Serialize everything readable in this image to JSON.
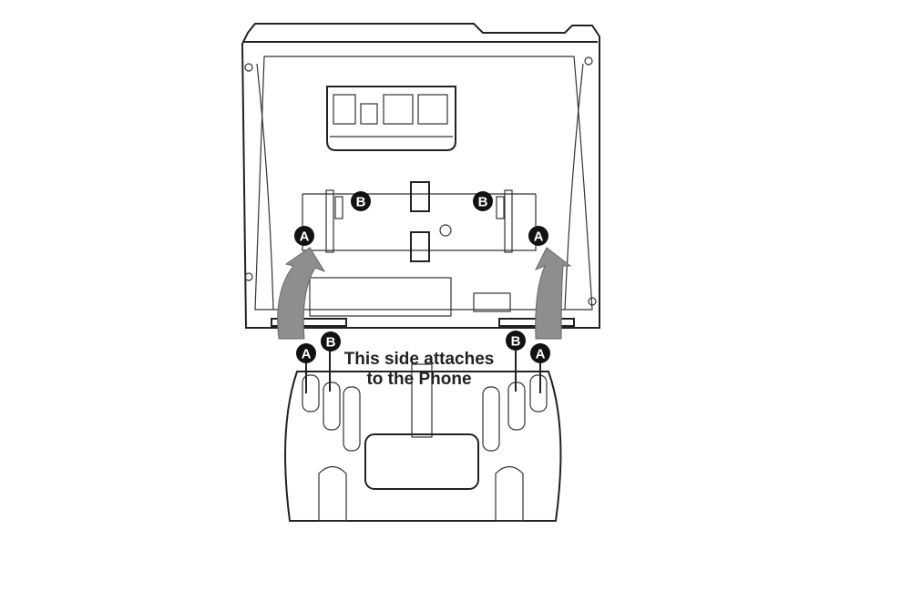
{
  "diagram": {
    "caption_line1": "This side attaches",
    "caption_line2": "to the Phone",
    "labels": {
      "a": "A",
      "b": "B"
    },
    "colors": {
      "line": "#222222",
      "arrow": "#8e8e8e",
      "label_bg": "#111111"
    }
  }
}
